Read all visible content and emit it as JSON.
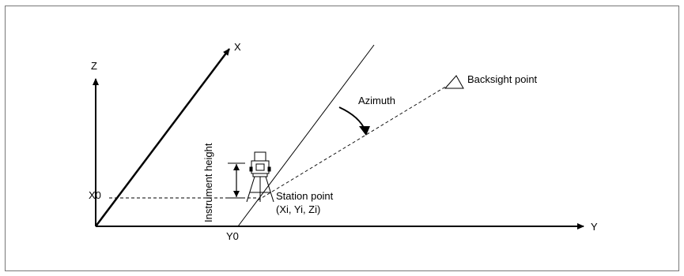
{
  "diagram": {
    "axes": {
      "x_label": "X",
      "y_label": "Y",
      "z_label": "Z"
    },
    "labels": {
      "x0": "X0",
      "y0": "Y0",
      "azimuth": "Azimuth",
      "backsight": "Backsight point",
      "instrument_height": "Instrument height",
      "station_point": "Station point",
      "station_coords": "(Xi, Yi, Zi)"
    },
    "colors": {
      "stroke": "#000000",
      "frame": "#666666",
      "background": "#ffffff"
    },
    "icons": [
      "total-station-icon",
      "backsight-triangle-icon"
    ]
  }
}
